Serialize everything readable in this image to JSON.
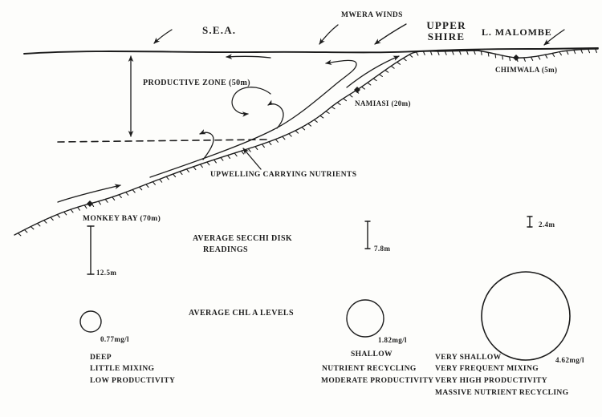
{
  "figure": {
    "region_labels": {
      "sea": "S.E.A.",
      "mwera_winds": "MWERA WINDS",
      "upper_shire_line1": "UPPER",
      "upper_shire_line2": "SHIRE",
      "lake_malombe": "L. MALOMBE"
    },
    "site_labels": {
      "monkey_bay": "MONKEY BAY (70m)",
      "namiasi": "NAMIASI (20m)",
      "chimwala": "CHIMWALA (5m)"
    },
    "annotations": {
      "productive_zone": "PRODUCTIVE ZONE (50m)",
      "upwelling": "UPWELLING CARRYING NUTRIENTS"
    },
    "secchi": {
      "title_line1": "AVERAGE SECCHI DISK",
      "title_line2": "READINGS",
      "values": [
        "12.5m",
        "7.8m",
        "2.4m"
      ]
    },
    "chlorophyll": {
      "title": "AVERAGE CHL A LEVELS",
      "values": [
        "0.77mg/l",
        "1.82mg/l",
        "4.62mg/l"
      ]
    },
    "zone_descriptions": {
      "deep": [
        "DEEP",
        "LITTLE MIXING",
        "LOW PRODUCTIVITY"
      ],
      "shallow": [
        "SHALLOW",
        "NUTRIENT RECYCLING",
        "MODERATE PRODUCTIVITY"
      ],
      "very_shallow": [
        "VERY SHALLOW",
        "VERY FREQUENT MIXING",
        "VERY HIGH PRODUCTIVITY",
        "MASSIVE NUTRIENT RECYCLING"
      ]
    },
    "colors": {
      "ink": "#1c1c1c",
      "paper": "#fdfdfb"
    }
  }
}
